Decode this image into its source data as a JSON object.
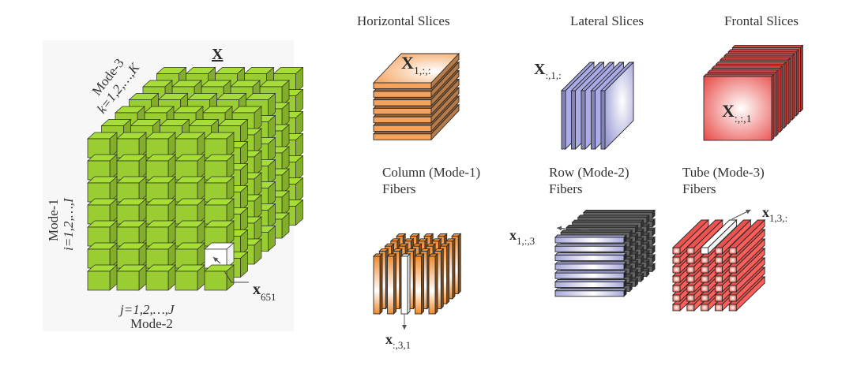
{
  "figure": {
    "main_tensor": {
      "symbol": "X",
      "mode1_label": "Mode-1",
      "mode1_index": "i=1,2,…,I",
      "mode2_label": "Mode-2",
      "mode2_index": "j=1,2,…,J",
      "mode3_label": "Mode-3",
      "mode3_index": "k=1,2,…,K",
      "element_symbol": "x",
      "element_subscript": "651",
      "grid": {
        "columns": 5,
        "rows": 7,
        "depth": 6
      },
      "highlighted_element": {
        "row": 6,
        "column": 5,
        "depth": 1
      },
      "cube_color": "#9acd32",
      "highlight_color": "#ffffff"
    },
    "panels": [
      {
        "id": "horizontal-slices",
        "title": "Horizontal Slices",
        "symbol": "X",
        "subscript": "1,:,:",
        "color": "#f5a25d",
        "count": 7
      },
      {
        "id": "lateral-slices",
        "title": "Lateral Slices",
        "symbol": "X",
        "subscript": ":,1,:",
        "color": "#9b9bd4",
        "count": 5
      },
      {
        "id": "frontal-slices",
        "title": "Frontal Slices",
        "symbol": "X",
        "subscript": ":,:,1",
        "color": "#e8524f",
        "count": 8
      },
      {
        "id": "column-fibers",
        "title_line1": "Column (Mode-1)",
        "title_line2": "Fibers",
        "symbol": "x",
        "subscript": ":,3,1",
        "color": "#f08a2c",
        "grid": {
          "columns": 5,
          "depth": 5
        },
        "highlighted_column": 3
      },
      {
        "id": "row-fibers",
        "title_line1": "Row (Mode-2)",
        "title_line2": "Fibers",
        "symbol": "x",
        "subscript": "1,:,3",
        "color": "#a9a9dd",
        "grid": {
          "rows": 7,
          "depth": 6
        }
      },
      {
        "id": "tube-fibers",
        "title_line1": "Tube (Mode-3)",
        "title_line2": "Fibers",
        "symbol": "x",
        "subscript": "1,3,:",
        "color": "#e8524f",
        "grid": {
          "columns": 5,
          "rows": 7
        },
        "highlighted_column": 3
      }
    ]
  }
}
